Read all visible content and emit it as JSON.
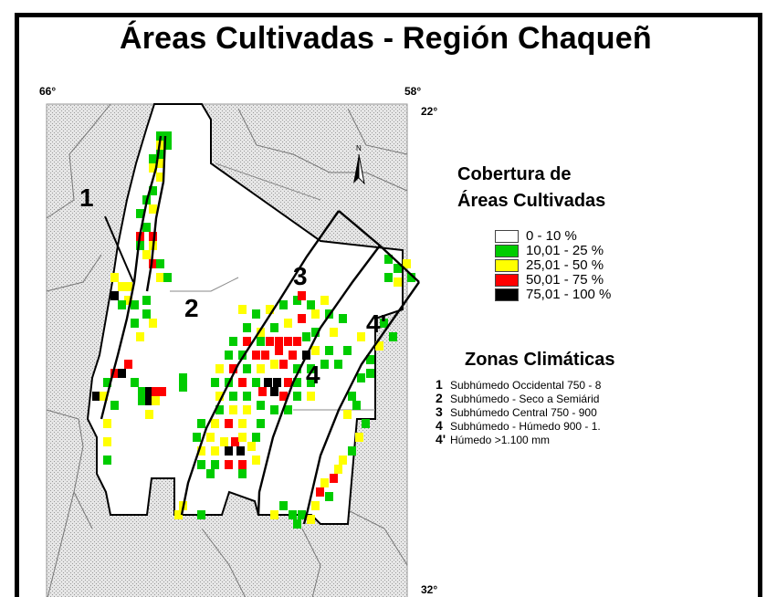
{
  "title": "Áreas Cultivadas - Región Chaqueñ",
  "coords": {
    "lon_west": "66°",
    "lon_east": "58°",
    "lat_north": "22°",
    "lat_south": "32°"
  },
  "north_arrow": "north-arrow-icon",
  "legend": {
    "title_line1": "Cobertura de",
    "title_line2": "Áreas Cultivadas",
    "classes": [
      {
        "label": "0 - 10 %",
        "color": "#ffffff"
      },
      {
        "label": "10,01 - 25 %",
        "color": "#00cc00"
      },
      {
        "label": "25,01 - 50 %",
        "color": "#ffff00"
      },
      {
        "label": "50,01 - 75 %",
        "color": "#ff0000"
      },
      {
        "label": "75,01 - 100 %",
        "color": "#000000"
      }
    ]
  },
  "zones": {
    "title": "Zonas Climáticas",
    "items": [
      {
        "num": "1",
        "text": "Subhúmedo Occidental 750 - 8"
      },
      {
        "num": "2",
        "text": "Subhúmedo - Seco a Semiárid"
      },
      {
        "num": "3",
        "text": "Subhúmedo Central 750 - 900"
      },
      {
        "num": "4",
        "text": "Subhúmedo - Húmedo 900 - 1."
      },
      {
        "num": "4'",
        "text": "Húmedo >1.100 mm"
      }
    ]
  },
  "map_labels": {
    "zone1": "1",
    "zone2": "2",
    "zone3": "3",
    "zone4": "4",
    "zone4p": "4'"
  }
}
